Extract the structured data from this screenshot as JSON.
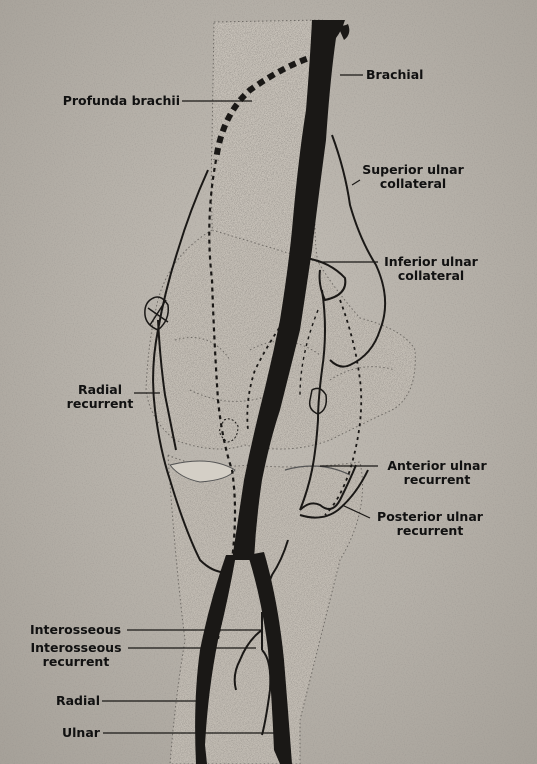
{
  "labels": {
    "brachial": "Brachial",
    "profunda_brachii": "Profunda brachii",
    "superior_ulnar_collateral": [
      "Superior ulnar",
      "collateral"
    ],
    "inferior_ulnar_collateral": [
      "Inferior ulnar",
      "collateral"
    ],
    "radial_recurrent": [
      "Radial",
      "recurrent"
    ],
    "anterior_ulnar_recurrent": [
      "Anterior ulnar",
      "recurrent"
    ],
    "posterior_ulnar_recurrent": [
      "Posterior ulnar",
      "recurrent"
    ],
    "interosseous": "Interosseous",
    "interosseous_recurrent": [
      "Interosseous",
      "recurrent"
    ],
    "radial": "Radial",
    "ulnar": "Ulnar"
  },
  "colors": {
    "background": "#b5b0a8",
    "bone_stipple": "#8e8a84",
    "vessel": "#1a1816",
    "label_text": "#111111"
  }
}
